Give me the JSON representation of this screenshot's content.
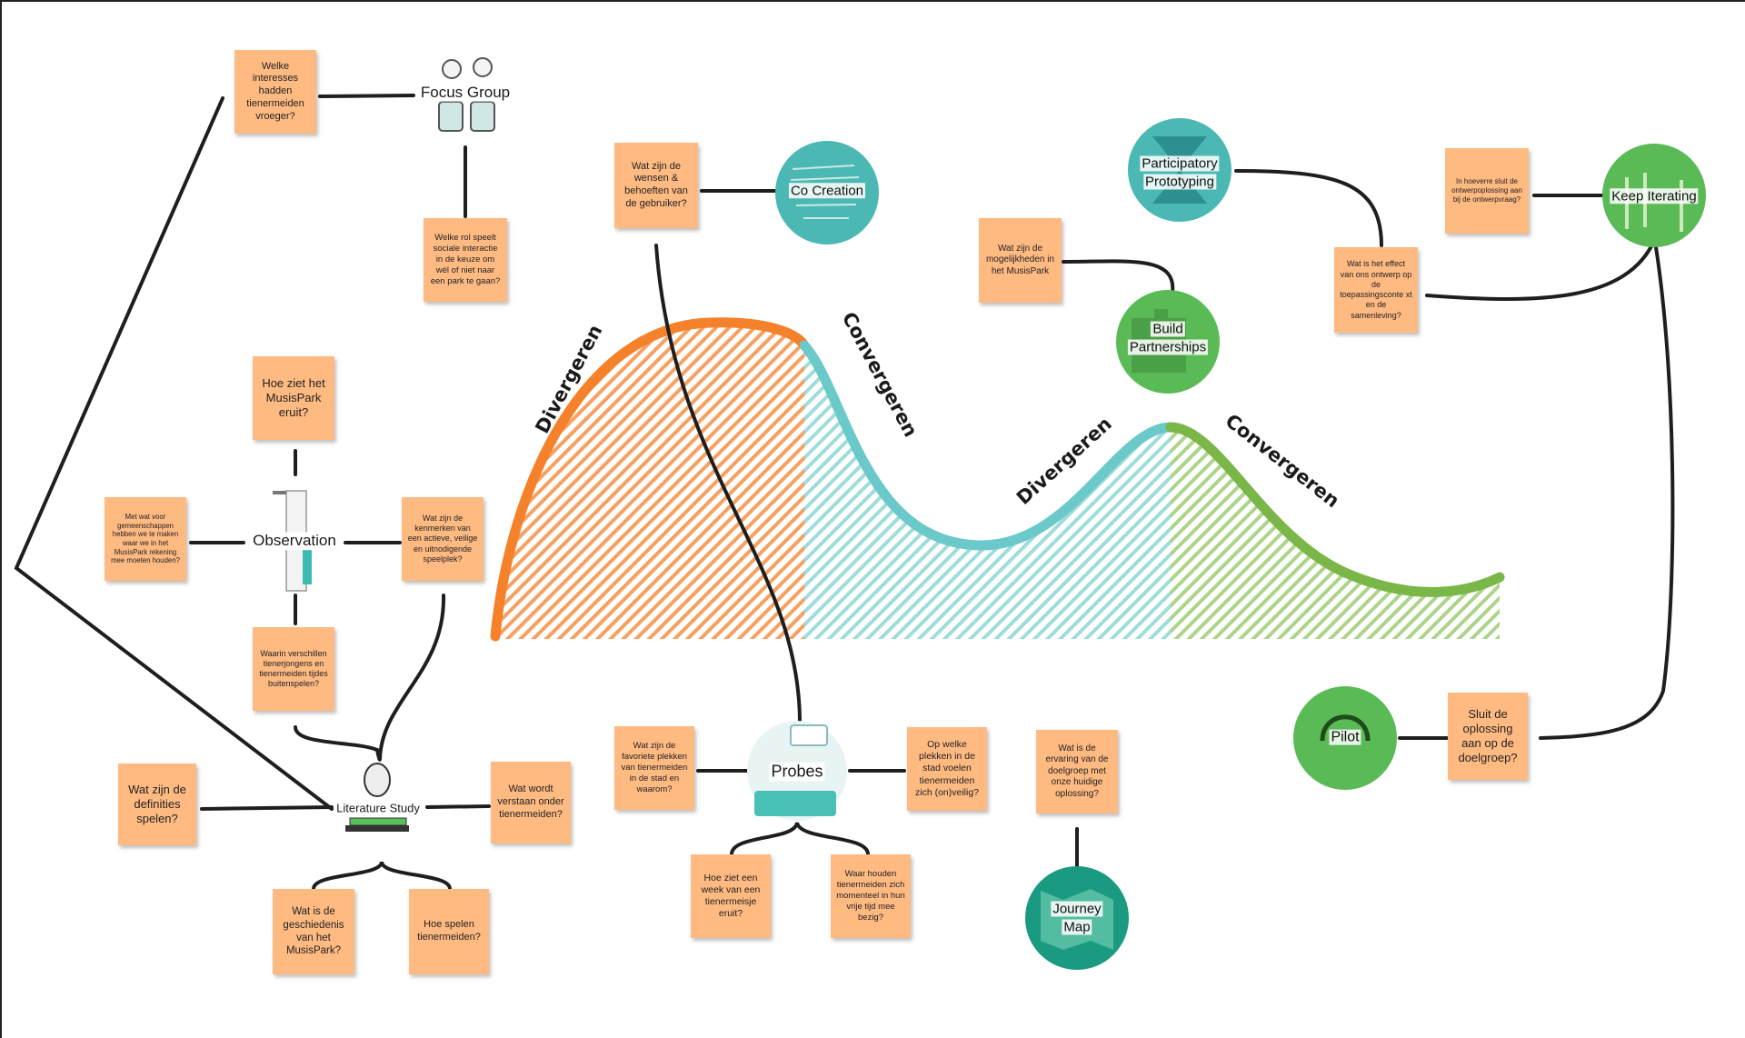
{
  "method_labels": {
    "focus_group": "Focus Group",
    "co_creation": "Co Creation",
    "participatory_prototyping": [
      "Participatory",
      "Prototyping"
    ],
    "keep_iterating": "Keep Iterating",
    "build_partnerships": [
      "Build",
      "Partnerships"
    ],
    "observation": "Observation",
    "literature_study": "Literature Study",
    "probes": "Probes",
    "journey_map": [
      "Journey",
      "Map"
    ],
    "pilot": "Pilot"
  },
  "phases": {
    "divergeren_1": "Divergeren",
    "convergeren_1": "Convergeren",
    "divergeren_2": "Divergeren",
    "convergeren_2": "Convergeren"
  },
  "notes": {
    "focus_interest": "Welke interesses hadden tienermeiden vroeger?",
    "focus_social": "Welke rol speelt sociale interactie in de keuze om wél of niet naar een park te gaan?",
    "cocreation_wishes": "Wat zijn de wensen & behoeften van de gebruiker?",
    "partnerships_possibilities": "Wat zijn de mogelijkheden in het MusisPark",
    "prototyping_effect": "Wat is het effect van ons ontwerp op de toepassingsconte xt en de samenleving?",
    "iterating_fit": "In hoeverre sluit de ontwerpoplossing aan bij de ontwerpvraag?",
    "obs_look": "Hoe ziet het MusisPark eruit?",
    "obs_communities": "Met wat voor gemeenschappen hebben we te maken waar we in het MusisPark rekening mee moeten houden?",
    "obs_characteristics": "Wat zijn de kenmerken van een actieve, veilige en uitnodigende speelplek?",
    "obs_differences": "Waarin verschillen tienerjongens en tienermeiden tijdes buitenspelen?",
    "lit_definitions": "Wat zijn de definities spelen?",
    "lit_understood": "Wat wordt verstaan onder tienermeiden?",
    "lit_history": "Wat is de geschiedenis van het MusisPark?",
    "lit_play": "Hoe spelen tienermeiden?",
    "probes_favorite": "Wat zijn de favoriete plekken van tienermeiden in de stad en waarom?",
    "probes_unsafe": "Op welke plekken in de stad voelen tienermeiden zich (on)veilig?",
    "probes_look": "Hoe ziet een week van een tienermeisje eruit?",
    "probes_busy": "Waar houden tienermeiden zich momenteel in hun vrije tijd mee bezig?",
    "journey_experience": "Wat is de ervaring van de doelgroep met onze huidige oplossing?",
    "pilot_fit": "Sluit de oplossing aan op de doelgroep?"
  },
  "colors": {
    "orange": "#f5812a",
    "teal": "#6cc9c9",
    "green": "#7ab648",
    "note": "#ffba82",
    "circle_teal": "#4bb8b3",
    "circle_green": "#5aba55",
    "line": "#1e1e1e"
  }
}
